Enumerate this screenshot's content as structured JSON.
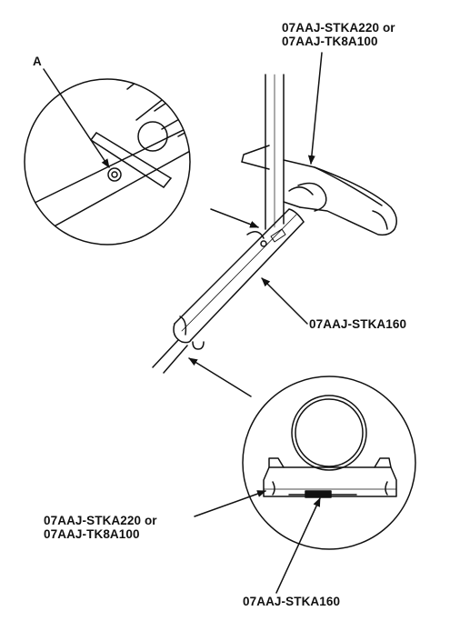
{
  "diagram": {
    "labels": {
      "a": "A",
      "top_right_line1": "07AAJ-STKA220 or",
      "top_right_line2": "07AAJ-TK8A100",
      "middle_right": "07AAJ-STKA160",
      "bottom_left_line1": "07AAJ-STKA220 or",
      "bottom_left_line2": "07AAJ-TK8A100",
      "bottom": "07AAJ-STKA160"
    },
    "line_color": "#111111",
    "background_color": "#ffffff"
  }
}
